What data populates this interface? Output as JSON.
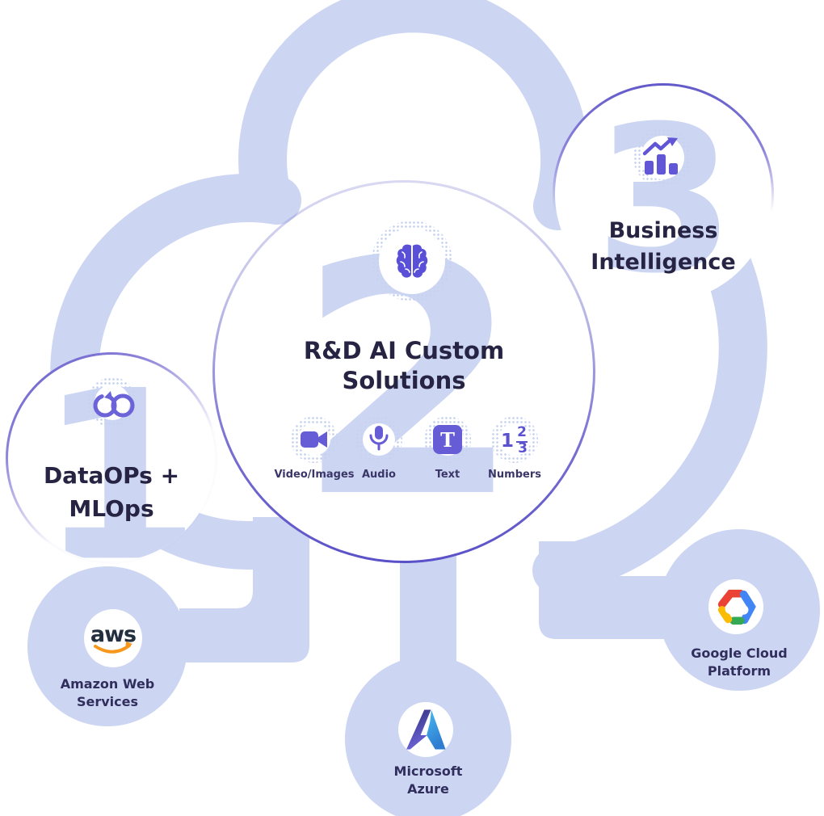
{
  "colors": {
    "cloud_blue": "#ccd6f3",
    "accent_purple": "#665cd6",
    "brain_purple": "#5a50d8",
    "border_purple": "#6159c9",
    "text_navy": "#262343",
    "label_navy": "#3b3668",
    "aws_dark": "#232f3e",
    "aws_orange": "#f7981d",
    "azure_blue": "#3f9fe8",
    "gcp_red": "#EA4335",
    "gcp_blue": "#4285F4",
    "gcp_yellow": "#FBBC05",
    "gcp_green": "#34A853"
  },
  "circles": {
    "dataops": {
      "icon": "infinity-loop-icon",
      "numeral": "1",
      "label_line1": "DataOPs +",
      "label_line2": "MLOps"
    },
    "solutions": {
      "icon": "brain-icon",
      "numeral": "2",
      "title_line1": "R&D AI Custom",
      "title_line2": "Solutions",
      "text_icon_letter": "T",
      "numbers_icon_digits": [
        "1",
        "2",
        "3"
      ],
      "items": [
        {
          "icon": "video-camera-icon",
          "label": "Video/Images"
        },
        {
          "icon": "microphone-icon",
          "label": "Audio"
        },
        {
          "icon": "text-icon",
          "label": "Text"
        },
        {
          "icon": "numbers-icon",
          "label": "Numbers"
        }
      ]
    },
    "business": {
      "icon": "bar-chart-growth-icon",
      "numeral": "3",
      "label_line1": "Business",
      "label_line2": "Intelligence"
    }
  },
  "providers": [
    {
      "logo": "aws-logo",
      "logo_text": "aws",
      "name_line1": "Amazon Web",
      "name_line2": "Services"
    },
    {
      "logo": "azure-logo",
      "name_line1": "Microsoft",
      "name_line2": "Azure"
    },
    {
      "logo": "gcp-logo",
      "name_line1": "Google Cloud",
      "name_line2": "Platform"
    }
  ]
}
